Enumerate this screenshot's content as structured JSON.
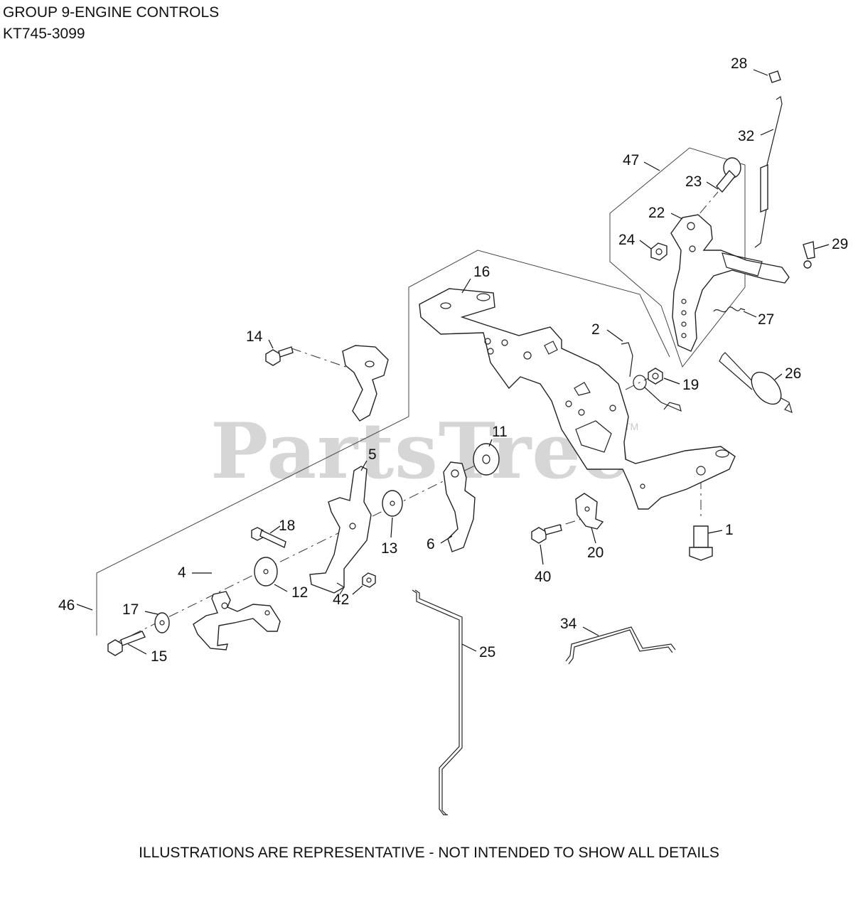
{
  "header": {
    "line1": "GROUP 9-ENGINE CONTROLS",
    "line2": "KT745-3099"
  },
  "footer": "ILLUSTRATIONS ARE REPRESENTATIVE - NOT INTENDED TO SHOW ALL DETAILS",
  "watermark": {
    "text": "PartsTree",
    "mark": "TM"
  },
  "callouts": {
    "c1": "1",
    "c2": "2",
    "c4": "4",
    "c5": "5",
    "c6": "6",
    "c11": "11",
    "c12": "12",
    "c13": "13",
    "c14": "14",
    "c15": "15",
    "c16": "16",
    "c17": "17",
    "c18": "18",
    "c19": "19",
    "c20": "20",
    "c22": "22",
    "c23": "23",
    "c24": "24",
    "c25": "25",
    "c26": "26",
    "c27": "27",
    "c28": "28",
    "c29": "29",
    "c32": "32",
    "c34": "34",
    "c40": "40",
    "c42": "42",
    "c46": "46",
    "c47": "47"
  }
}
